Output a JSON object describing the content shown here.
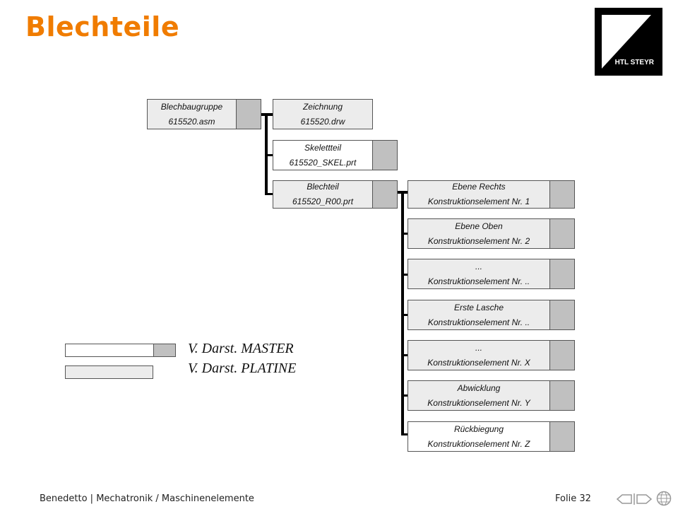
{
  "title": "Blechteile",
  "logo": {
    "text": "HTL STEYR"
  },
  "tree": {
    "root": {
      "name": "Blechbaugruppe",
      "file": "615520.asm"
    },
    "drawing": {
      "name": "Zeichnung",
      "file": "615520.drw"
    },
    "skeleton": {
      "name": "Skelettteil",
      "file": "615520_SKEL.prt"
    },
    "part": {
      "name": "Blechteil",
      "file": "615520_R00.prt"
    },
    "features": [
      {
        "name": "Ebene Rechts",
        "file": "Konstruktionselement Nr. 1"
      },
      {
        "name": "Ebene Oben",
        "file": "Konstruktionselement Nr. 2"
      },
      {
        "name": "...",
        "file": "Konstruktionselement Nr. .."
      },
      {
        "name": "Erste Lasche",
        "file": "Konstruktionselement Nr. .."
      },
      {
        "name": "...",
        "file": "Konstruktionselement Nr. X"
      },
      {
        "name": "Abwicklung",
        "file": "Konstruktionselement Nr. Y"
      },
      {
        "name": "Rückbiegung",
        "file": "Konstruktionselement Nr. Z"
      }
    ]
  },
  "legend": {
    "master": "V. Darst. MASTER",
    "platine": "V. Darst. PLATINE"
  },
  "footer": {
    "left": "Benedetto | Mechatronik / Maschinenelemente",
    "folie": "Folie 32"
  },
  "colors": {
    "title": "#f07c00",
    "box_fill": "#ececec",
    "square_fill": "#c0c0c0"
  }
}
